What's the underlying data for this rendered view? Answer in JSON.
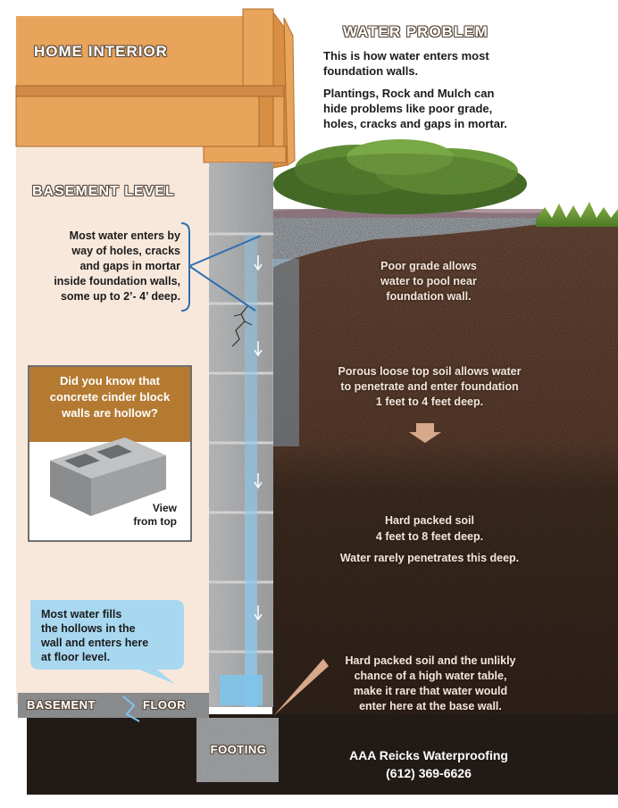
{
  "titles": {
    "home_interior": "HOME INTERIOR",
    "basement_level": "BASEMENT LEVEL",
    "water_problem": "WATER PROBLEM"
  },
  "problem": {
    "line1": "This is how water enters most",
    "line2": "foundation walls.",
    "line3": "Plantings, Rock and Mulch can",
    "line4": "hide problems like poor grade,",
    "line5": "holes, cracks and gaps in mortar."
  },
  "callout_entry": {
    "line1": "Most water enters by",
    "line2": "way of holes, cracks",
    "line3": "and gaps in mortar",
    "line4": "inside foundation walls,",
    "line5": "some up to 2’- 4’ deep."
  },
  "soil_notes": {
    "grade_1": "Poor grade allows",
    "grade_2": "water to pool near",
    "grade_3": "foundation wall.",
    "porous_1": "Porous loose top soil allows water",
    "porous_2": "to penetrate and enter foundation",
    "porous_3": "1 feet to 4 feet deep.",
    "hard_1": "Hard packed soil",
    "hard_2": "4 feet to 8 feet deep.",
    "hard_3": "Water rarely penetrates this deep.",
    "table_1": "Hard packed soil and the unlikly",
    "table_2": "chance of a high water table,",
    "table_3": "make it rare that water would",
    "table_4": "enter here at the base wall."
  },
  "did_you_know": {
    "line1": "Did you know that",
    "line2": "concrete cinder block",
    "line3": "walls are hollow?",
    "view_1": "View",
    "view_2": "from top"
  },
  "fill_callout": {
    "line1": "Most water fills",
    "line2": "the hollows in the",
    "line3": "wall and enters here",
    "line4": "at floor level."
  },
  "floor": {
    "basement": "BASEMENT",
    "floor": "FLOOR",
    "footing": "FOOTING"
  },
  "company": {
    "name": "AAA Reicks Waterproofing",
    "phone": "(612) 369-6626"
  },
  "colors": {
    "interior_wall": "#f8e8dc",
    "joist": "#e9a45c",
    "top_soil": "#6a4a36",
    "hard_soil": "#3a2a20",
    "water": "#7fc4ea",
    "callout_blue": "#a8d8f0",
    "info_header": "#b47a32"
  }
}
